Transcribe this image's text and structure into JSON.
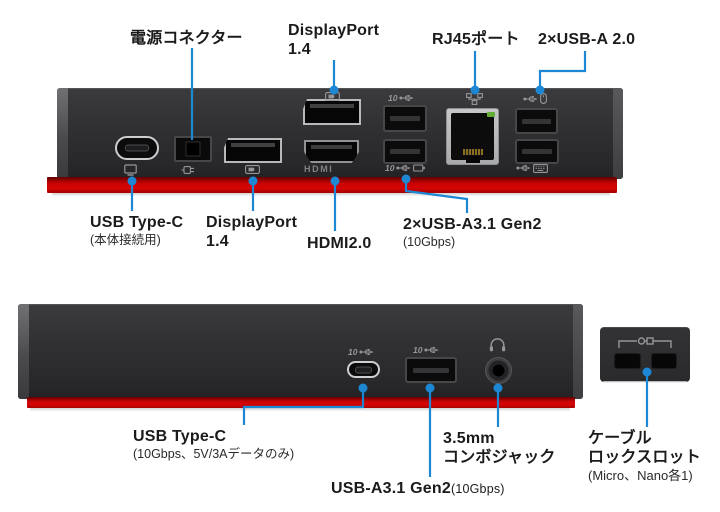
{
  "colors": {
    "accent": "#1e87d3",
    "dock_body": "#2e2e30",
    "base_red": "#cc0303",
    "label_text": "#1b1b1d"
  },
  "panels": {
    "back": {
      "top_labels": {
        "power": "電源コネクター",
        "dp": "DisplayPort",
        "dp_ver": "1.4",
        "rj45": "RJ45ポート",
        "usb2": "2×USB-A 2.0"
      },
      "bottom_labels": {
        "typec": "USB Type-C",
        "typec_sub": "(本体接続用)",
        "dp": "DisplayPort",
        "dp_ver": "1.4",
        "hdmi": "HDMI2.0",
        "usb31": "2×USB-A3.1 Gen2",
        "usb31_sub": "(10Gbps)"
      },
      "port_markings": {
        "hdmi": "HDMI",
        "usb_speed": "10"
      }
    },
    "front": {
      "labels": {
        "typec": "USB Type-C",
        "typec_sub": "(10Gbps、5V/3Aデータのみ)",
        "combo1": "3.5mm",
        "combo2": "コンボジャック",
        "usba": "USB-A3.1 Gen2",
        "usba_sub": "(10Gbps)",
        "lock1": "ケーブル",
        "lock2": "ロックスロット",
        "lock3": "(Micro、Nano各1)"
      },
      "port_markings": {
        "usb_speed": "10"
      }
    }
  }
}
